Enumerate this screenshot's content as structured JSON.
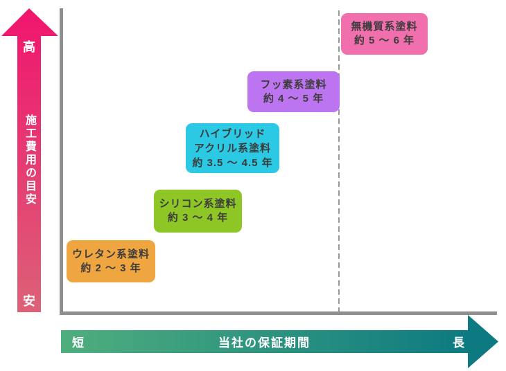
{
  "y_axis": {
    "title": "施工費用の目安",
    "top_label": "高",
    "bottom_label": "安"
  },
  "x_axis": {
    "title": "当社の保証期間",
    "left_label": "短",
    "right_label": "長"
  },
  "boxes": [
    {
      "lines": [
        "ウレタン系塗料",
        "約 2 ～ 3 年"
      ],
      "color": "#F0A640"
    },
    {
      "lines": [
        "シリコン系塗料",
        "約 3 ～ 4 年"
      ],
      "color": "#8DC625"
    },
    {
      "lines": [
        "ハイブリッド",
        "アクリル系塗料",
        "約 3.5 ～ 4.5 年"
      ],
      "color": "#2BC9E4"
    },
    {
      "lines": [
        "フッ素系塗料",
        "約 4 ～ 5 年"
      ],
      "color": "#BC74F0"
    },
    {
      "lines": [
        "無機質系塗料",
        "約 5 ～ 6 年"
      ],
      "color": "#F06FAC"
    }
  ],
  "colors": {
    "background": "#ffffff",
    "axis_gray": "#8F8F8F",
    "dashed_guide": "#999999",
    "y_arrow_top": "#F0156E",
    "y_arrow_bottom": "#DC6177",
    "x_bar_left": "#4FAE7D",
    "x_bar_right": "#0D7A81",
    "box_text": "#3C3C3C",
    "label_text": "#FFFFFF"
  },
  "chart_data": {
    "type": "scatter",
    "title": "",
    "xlabel": "当社の保証期間",
    "ylabel": "施工費用の目安",
    "x_axis_ends": {
      "left": "短",
      "right": "長"
    },
    "y_axis_ends": {
      "bottom": "安",
      "top": "高"
    },
    "grid": false,
    "annotations": [
      "vertical dashed guide line at warranty ≈ 5 年 (left edge of 無機質系塗料 box)"
    ],
    "items": [
      {
        "label": "ウレタン系塗料",
        "warranty_label": "約 2 ～ 3 年",
        "warranty_min_years": 2,
        "warranty_max_years": 3,
        "cost_rank": 1,
        "color": "#F0A640"
      },
      {
        "label": "シリコン系塗料",
        "warranty_label": "約 3 ～ 4 年",
        "warranty_min_years": 3,
        "warranty_max_years": 4,
        "cost_rank": 2,
        "color": "#8DC625"
      },
      {
        "label": "ハイブリッドアクリル系塗料",
        "warranty_label": "約 3.5 ～ 4.5 年",
        "warranty_min_years": 3.5,
        "warranty_max_years": 4.5,
        "cost_rank": 3,
        "color": "#2BC9E4"
      },
      {
        "label": "フッ素系塗料",
        "warranty_label": "約 4 ～ 5 年",
        "warranty_min_years": 4,
        "warranty_max_years": 5,
        "cost_rank": 4,
        "color": "#BC74F0"
      },
      {
        "label": "無機質系塗料",
        "warranty_label": "約 5 ～ 6 年",
        "warranty_min_years": 5,
        "warranty_max_years": 6,
        "cost_rank": 5,
        "color": "#F06FAC"
      }
    ]
  }
}
